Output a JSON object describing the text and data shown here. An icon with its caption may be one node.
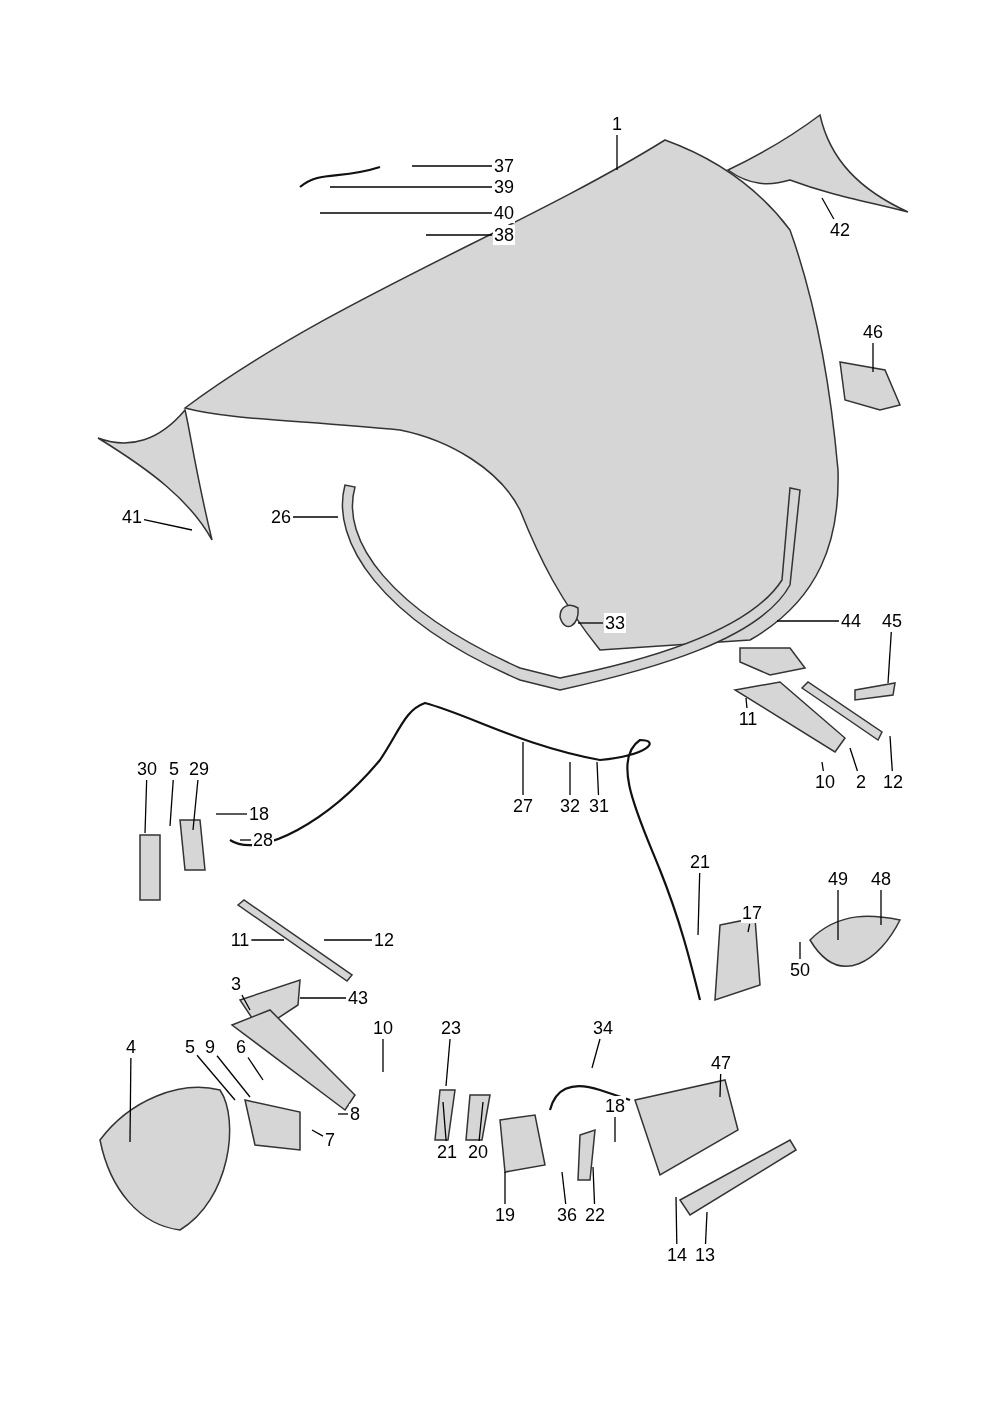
{
  "diagram": {
    "nodes": [
      {
        "text": [
          "1"
        ]
      },
      {
        "text": [
          "37"
        ]
      },
      {
        "text": [
          "39"
        ]
      },
      {
        "text": [
          "40"
        ]
      },
      {
        "text": [
          "38"
        ]
      },
      {
        "text": [
          "42"
        ]
      },
      {
        "text": [
          "46"
        ]
      },
      {
        "text": [
          "41"
        ]
      },
      {
        "text": [
          "26"
        ]
      },
      {
        "text": [
          "33"
        ]
      },
      {
        "text": [
          "44"
        ]
      },
      {
        "text": [
          "45"
        ]
      },
      {
        "text": [
          "11"
        ]
      },
      {
        "text": [
          "2"
        ]
      },
      {
        "text": [
          "10"
        ]
      },
      {
        "text": [
          "12"
        ]
      },
      {
        "text": [
          "30"
        ]
      },
      {
        "text": [
          "5"
        ]
      },
      {
        "text": [
          "29"
        ]
      },
      {
        "text": [
          "18"
        ]
      },
      {
        "text": [
          "28"
        ]
      },
      {
        "text": [
          "27"
        ]
      },
      {
        "text": [
          "32"
        ]
      },
      {
        "text": [
          "31"
        ]
      },
      {
        "text": [
          "21"
        ]
      },
      {
        "text": [
          "17"
        ]
      },
      {
        "text": [
          "49"
        ]
      },
      {
        "text": [
          "48"
        ]
      },
      {
        "text": [
          "50"
        ]
      },
      {
        "text": [
          "11"
        ]
      },
      {
        "text": [
          "12"
        ]
      },
      {
        "text": [
          "3"
        ]
      },
      {
        "text": [
          "43"
        ]
      },
      {
        "text": [
          "10"
        ]
      },
      {
        "text": [
          "23"
        ]
      },
      {
        "text": [
          "34"
        ]
      },
      {
        "text": [
          "47"
        ]
      },
      {
        "text": [
          "4"
        ]
      },
      {
        "text": [
          "5"
        ]
      },
      {
        "text": [
          "9"
        ]
      },
      {
        "text": [
          "6"
        ]
      },
      {
        "text": [
          "8"
        ]
      },
      {
        "text": [
          "7"
        ]
      },
      {
        "text": [
          "18"
        ]
      },
      {
        "text": [
          "21"
        ]
      },
      {
        "text": [
          "20"
        ]
      },
      {
        "text": [
          "19"
        ]
      },
      {
        "text": [
          "36"
        ]
      },
      {
        "text": [
          "22"
        ]
      },
      {
        "text": [
          "14"
        ]
      },
      {
        "text": [
          "13"
        ]
      }
    ],
    "edges": [
      {
        "from": 0,
        "to": null,
        "arrow": "none"
      },
      {
        "from": 1,
        "to": null,
        "arrow": "none"
      },
      {
        "from": 2,
        "to": null,
        "arrow": "none"
      },
      {
        "from": 3,
        "to": null,
        "arrow": "none"
      },
      {
        "from": 4,
        "to": null,
        "arrow": "none"
      },
      {
        "from": 5,
        "to": null,
        "arrow": "none"
      },
      {
        "from": 6,
        "to": null,
        "arrow": "none"
      },
      {
        "from": 7,
        "to": null,
        "arrow": "none"
      },
      {
        "from": 8,
        "to": null,
        "arrow": "none"
      },
      {
        "from": 9,
        "to": null,
        "arrow": "none"
      },
      {
        "from": 10,
        "to": null,
        "arrow": "none"
      },
      {
        "from": 11,
        "to": null,
        "arrow": "none"
      },
      {
        "from": 12,
        "to": null,
        "arrow": "none"
      },
      {
        "from": 13,
        "to": null,
        "arrow": "none"
      },
      {
        "from": 14,
        "to": null,
        "arrow": "none"
      },
      {
        "from": 15,
        "to": null,
        "arrow": "none"
      },
      {
        "from": 16,
        "to": null,
        "arrow": "none"
      },
      {
        "from": 17,
        "to": null,
        "arrow": "none"
      },
      {
        "from": 18,
        "to": null,
        "arrow": "none"
      },
      {
        "from": 19,
        "to": null,
        "arrow": "none"
      },
      {
        "from": 20,
        "to": null,
        "arrow": "none"
      },
      {
        "from": 21,
        "to": null,
        "arrow": "none"
      },
      {
        "from": 22,
        "to": null,
        "arrow": "none"
      },
      {
        "from": 23,
        "to": null,
        "arrow": "none"
      },
      {
        "from": 24,
        "to": null,
        "arrow": "none"
      },
      {
        "from": 25,
        "to": null,
        "arrow": "none"
      },
      {
        "from": 26,
        "to": null,
        "arrow": "none"
      },
      {
        "from": 27,
        "to": null,
        "arrow": "none"
      },
      {
        "from": 28,
        "to": null,
        "arrow": "none"
      },
      {
        "from": 29,
        "to": null,
        "arrow": "none"
      },
      {
        "from": 30,
        "to": null,
        "arrow": "none"
      },
      {
        "from": 31,
        "to": null,
        "arrow": "none"
      },
      {
        "from": 32,
        "to": null,
        "arrow": "none"
      },
      {
        "from": 33,
        "to": null,
        "arrow": "none"
      },
      {
        "from": 34,
        "to": null,
        "arrow": "none"
      },
      {
        "from": 35,
        "to": null,
        "arrow": "none"
      },
      {
        "from": 36,
        "to": null,
        "arrow": "none"
      },
      {
        "from": 37,
        "to": null,
        "arrow": "none"
      },
      {
        "from": 38,
        "to": null,
        "arrow": "none"
      },
      {
        "from": 39,
        "to": null,
        "arrow": "none"
      },
      {
        "from": 40,
        "to": null,
        "arrow": "none"
      },
      {
        "from": 41,
        "to": null,
        "arrow": "none"
      },
      {
        "from": 42,
        "to": null,
        "arrow": "none"
      },
      {
        "from": 43,
        "to": null,
        "arrow": "none"
      },
      {
        "from": 44,
        "to": null,
        "arrow": "none"
      },
      {
        "from": 45,
        "to": null,
        "arrow": "none"
      },
      {
        "from": 46,
        "to": null,
        "arrow": "none"
      },
      {
        "from": 47,
        "to": null,
        "arrow": "none"
      },
      {
        "from": 48,
        "to": null,
        "arrow": "none"
      },
      {
        "from": 49,
        "to": null,
        "arrow": "none"
      },
      {
        "from": 50,
        "to": null,
        "arrow": "none"
      }
    ]
  }
}
